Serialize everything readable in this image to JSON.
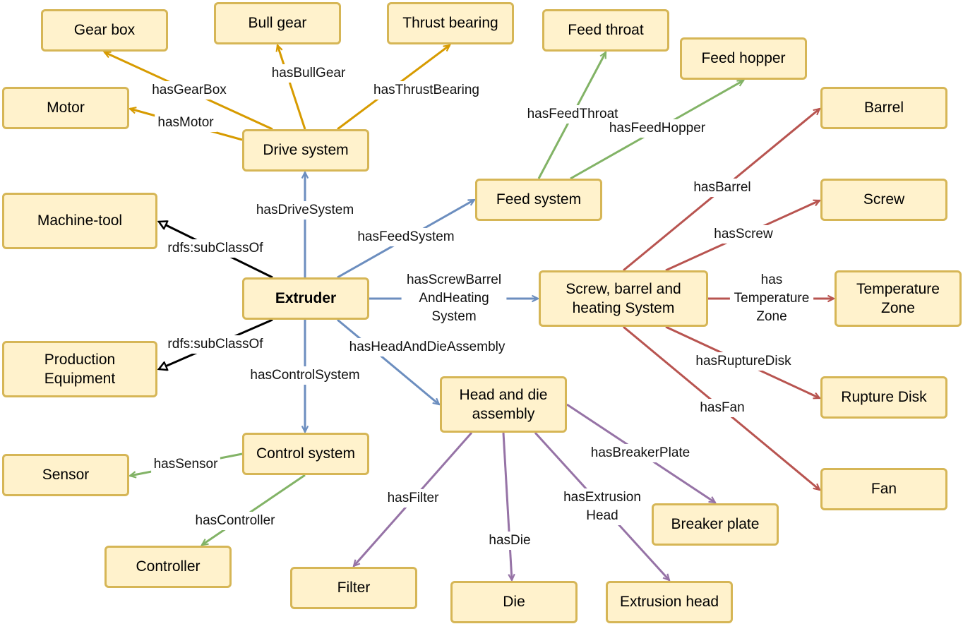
{
  "nodes": {
    "gear_box": "Gear box",
    "bull_gear": "Bull gear",
    "thrust_bearing": "Thrust bearing",
    "feed_throat": "Feed throat",
    "feed_hopper": "Feed hopper",
    "motor": "Motor",
    "barrel": "Barrel",
    "drive_system": "Drive system",
    "machine_tool": "Machine-tool",
    "feed_system": "Feed system",
    "screw": "Screw",
    "extruder": "Extruder",
    "screw_barrel_heating": "Screw, barrel and\nheating System",
    "temperature_zone": "Temperature\nZone",
    "production_equipment": "Production\nEquipment",
    "head_die": "Head and die\nassembly",
    "rupture_disk": "Rupture Disk",
    "control_system": "Control system",
    "sensor": "Sensor",
    "fan": "Fan",
    "breaker_plate": "Breaker plate",
    "controller": "Controller",
    "filter": "Filter",
    "die": "Die",
    "extrusion_head": "Extrusion head"
  },
  "edges": {
    "hasGearBox": "hasGearBox",
    "hasBullGear": "hasBullGear",
    "hasThrustBearing": "hasThrustBearing",
    "hasMotor": "hasMotor",
    "hasFeedThroat": "hasFeedThroat",
    "hasFeedHopper": "hasFeedHopper",
    "hasDriveSystem": "hasDriveSystem",
    "hasFeedSystem": "hasFeedSystem",
    "subClassOf1": "rdfs:subClassOf",
    "subClassOf2": "rdfs:subClassOf",
    "hasScrewBarrel": [
      "hasScrewBarrel",
      "AndHeating",
      "System"
    ],
    "hasHeadAndDieAssembly": "hasHeadAndDieAssembly",
    "hasControlSystem": "hasControlSystem",
    "hasBarrel": "hasBarrel",
    "hasScrew": "hasScrew",
    "hasTemperatureZone": [
      "has",
      "Temperature",
      "Zone"
    ],
    "hasRuptureDisk": "hasRuptureDisk",
    "hasFan": "hasFan",
    "hasSensor": "hasSensor",
    "hasController": "hasController",
    "hasBreakerPlate": "hasBreakerPlate",
    "hasFilter": "hasFilter",
    "hasDie": "hasDie",
    "hasExtrusionHead": [
      "hasExtrusion",
      "Head"
    ]
  },
  "colors": {
    "node_fill": "#fff2cc",
    "node_border": "#d6b656",
    "drive": "#d79b00",
    "feed": "#82b366",
    "extruder": "#6c8ebf",
    "screw_system": "#b85450",
    "head_die": "#9673a6",
    "subclass": "#000000"
  }
}
